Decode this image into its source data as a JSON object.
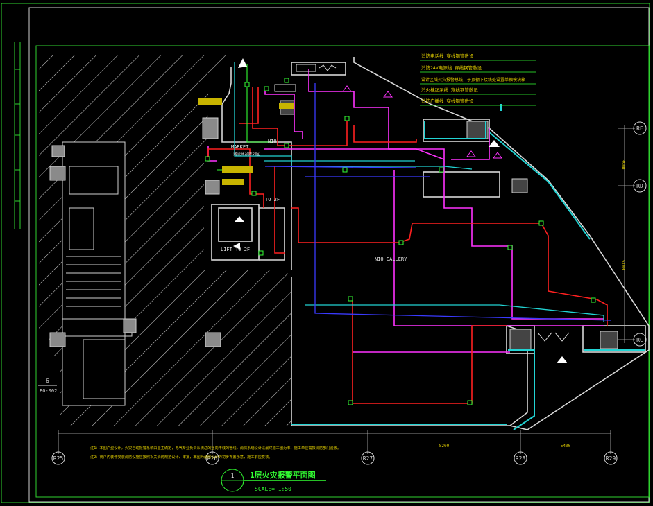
{
  "drawing": {
    "title": "1层火灾报警平面图",
    "scale": "SCALE= 1:50",
    "view_number": "1",
    "side_ref_number": "6",
    "side_ref_sheet": "E0-002"
  },
  "legend": [
    "消防电话线  穿线钢管敷设",
    "消防24V电源线  穿线钢管敷设",
    "设计区域火灾报警总线，于顶棚下接线处设置单独模块箱",
    "消火栓起泵线  穿线钢管敷设",
    "消防广播线  穿线钢管敷设"
  ],
  "room_labels": {
    "market": "MARKET",
    "market_sub": "潮流商品陈列区",
    "nio": "NIO",
    "gallery": "NIO GALLERY",
    "to2f": "TO 2F",
    "lift": "LIFT TO 2F",
    "dim_bottom": "8200",
    "dim_bottom2": "5400",
    "dim_right_1": "3900",
    "dim_right_2": "5100"
  },
  "grid_axes": {
    "bottom": [
      "R25",
      "R26",
      "R27",
      "R28",
      "R29"
    ],
    "right": [
      "RE",
      "RD",
      "RC"
    ]
  },
  "notes": [
    "注1：本图户型设计，火灾自动报警系统由业主确定，电气专业负责系统总的竖向干线的管线，消防系统设计以最终施工图为准，施工单位需报消防部门验收。",
    "注2：商户内装修安装消防设施应按照相关消防规范设计、审批，本图为消防设计的初步布置示意，施工前应复核。"
  ],
  "colors": {
    "red": "#ff2020",
    "magenta": "#ff33ff",
    "cyan": "#22d4d4",
    "blue": "#3a3aff",
    "green": "#33ff33",
    "yellow": "#e6d200",
    "white": "#e8e8e8"
  }
}
